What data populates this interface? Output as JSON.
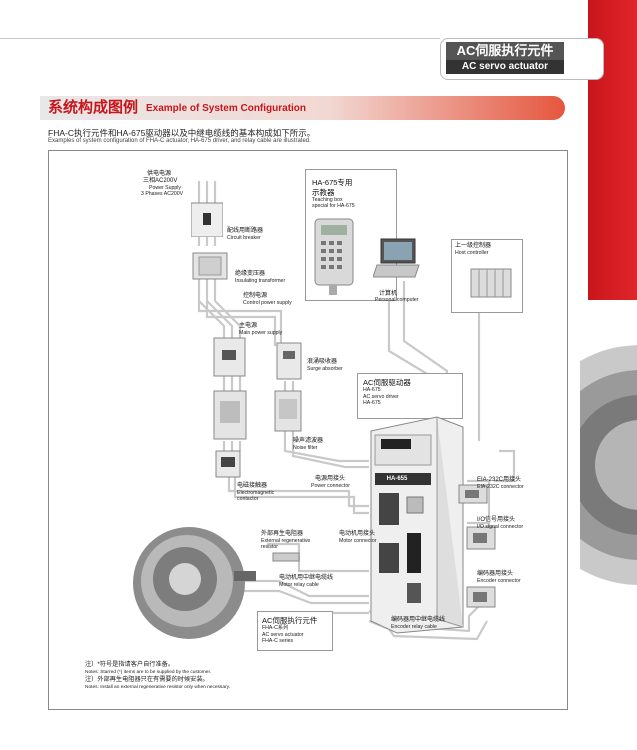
{
  "header": {
    "title_cn": "AC伺服执行元件",
    "title_en": "AC servo actuator"
  },
  "section": {
    "title_cn": "系统构成图例",
    "title_en": "Example of System Configuration"
  },
  "intro": {
    "cn": "FHA-C执行元件和HA-675驱动器以及中继电缆线的基本构成如下所示。",
    "en": "Examples of system configuration of FHA-C actuator, HA-675 driver, and relay cable are illustrated."
  },
  "diagram": {
    "power_supply": {
      "cn": "供电电源",
      "cn2": "三相AC200V",
      "en": "Power Supply",
      "en2": "3 Phases AC200V"
    },
    "breaker": {
      "cn": "配线用断路器",
      "en": "Circuit breaker"
    },
    "transformer": {
      "cn": "绝缘变压器",
      "en": "Insulating transformer"
    },
    "control_power": {
      "cn": "控制电源",
      "en": "Control power supply"
    },
    "main_power": {
      "cn": "主电源",
      "en": "Main power supply"
    },
    "surge": {
      "cn": "浪涌吸收器",
      "en": "Surge absorber"
    },
    "noise_filter": {
      "cn": "噪声滤波器",
      "en": "Noise filter"
    },
    "contactor": {
      "cn": "电磁接触器",
      "en": "Electromagnetic",
      "en2": "contactor"
    },
    "power_connector": {
      "cn": "电源用接头",
      "en": "Power connector"
    },
    "ext_regen": {
      "cn": "外部再生电阻器",
      "en": "External regenerative",
      "en2": "resistor"
    },
    "motor_connector": {
      "cn": "电动机用接头",
      "en": "Motor connector"
    },
    "motor_cable": {
      "cn": "电动机用中继电缆线",
      "en": "Motor relay cable"
    },
    "encoder_cable": {
      "cn": "编码器用中继电缆线",
      "en": "Encoder relay cable"
    },
    "encoder_connector": {
      "cn": "编码器用接头",
      "en": "Encoder connector"
    },
    "io_connector": {
      "cn": "I/O信号用接头",
      "en": "I/O signal connector"
    },
    "eia_connector": {
      "cn": "EIA-232C用接头",
      "en": "EIA-232C connector"
    },
    "teaching_box": {
      "cn": "HA-675专用",
      "cn2": "示教器",
      "en": "Teaching box",
      "en2": "special for HA-675"
    },
    "pc": {
      "cn": "计算机",
      "en": "Personal computer"
    },
    "host": {
      "cn": "上一级控制器",
      "en": "Host controller"
    },
    "driver": {
      "cn": "AC伺服驱动器",
      "cn2": "HA-675",
      "en": "AC servo driver",
      "en2": "HA-675",
      "display": "HA-655"
    },
    "actuator": {
      "cn": "AC伺服执行元件",
      "cn2": "FHA-C系列",
      "en": "AC servo actuator",
      "en2": "FHA-C series"
    }
  },
  "notes": {
    "n1_cn": "注）*符号是指请客户自行准备。",
    "n1_en": "Notes: Starred (*) items are to be supplied by the customer.",
    "n2_cn": "注）外部再生电阻器只在有需要的时候安装。",
    "n2_en": "Notes: Install an external regenerative resistor only when necessary."
  },
  "colors": {
    "accent_red": "#c8151c",
    "header_gray": "#555555",
    "header_dark": "#333333"
  }
}
